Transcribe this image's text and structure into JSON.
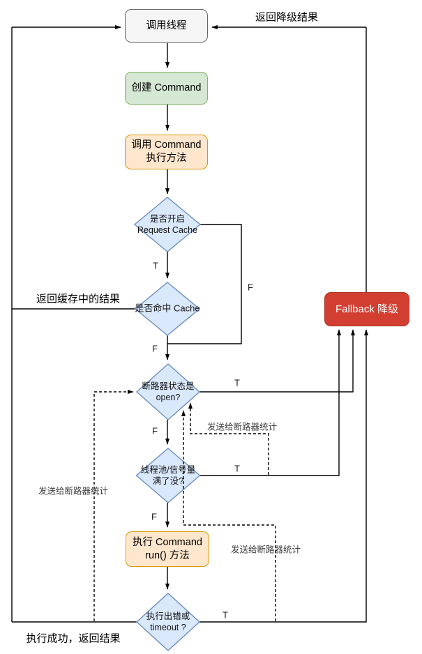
{
  "colors": {
    "edge_color": "#000000",
    "node_gray_fill": "#f5f5f5",
    "node_gray_stroke": "#666666",
    "node_green_fill": "#d5e8d4",
    "node_green_stroke": "#82b366",
    "node_orange_fill": "#ffe6cc",
    "node_orange_stroke": "#d79b00",
    "diamond_fill": "#dae8fc",
    "diamond_stroke": "#6c8ebf",
    "fallback_fill": "#d23f31",
    "fallback_stroke": "#b03226"
  },
  "nodes": {
    "caller_thread": {
      "label": "调用线程"
    },
    "create_command": {
      "label": "创建 Command"
    },
    "invoke_execute_method": {
      "label": "调用 Command 执行方法"
    },
    "request_cache_enabled": {
      "label": "是否开启\nRequest Cache"
    },
    "cache_hit": {
      "label": "是否命中 Cache"
    },
    "circuit_breaker_open": {
      "label": "断路器状态是\nopen?"
    },
    "pool_semaphore_full": {
      "label": "线程池/信号量\n满了没?"
    },
    "run_method": {
      "label": "执行 Command\nrun() 方法"
    },
    "error_or_timeout": {
      "label": "执行出错或\ntimeout ?"
    },
    "fallback": {
      "label": "Fallback 降级"
    }
  },
  "edge_labels": {
    "cache_enabled_true": "T",
    "cache_enabled_false": "F",
    "cache_hit_false": "F",
    "breaker_open_true": "T",
    "breaker_open_false": "F",
    "pool_full_true": "T",
    "pool_full_false": "F",
    "error_timeout_true": "T"
  },
  "annotations": {
    "return_fallback_result": "返回降级结果",
    "return_cached_result": "返回缓存中的结果",
    "success_return_result": "执行成功，返回结果",
    "send_breaker_stats_top": "发送给断路器统计",
    "send_breaker_stats_right": "发送给断路器统计",
    "send_breaker_stats_left": "发送给断路器统计"
  }
}
